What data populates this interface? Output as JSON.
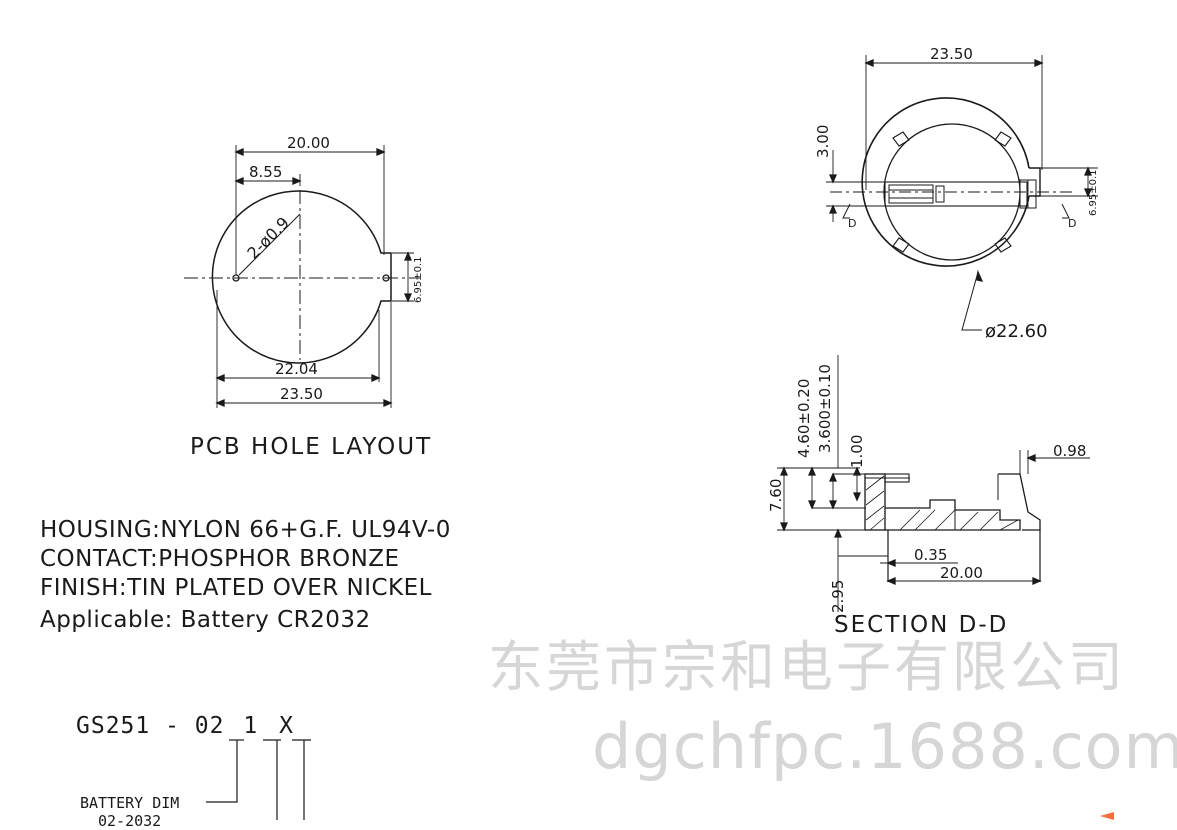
{
  "pcb_layout": {
    "title": "PCB HOLE LAYOUT",
    "dim_top": "20.00",
    "dim_offset": "8.55",
    "dim_hole": "2-ø0.9",
    "dim_tab": "6.95±0.1",
    "dim_inner": "22.04",
    "dim_outer": "23.50"
  },
  "top_view": {
    "dim_width": "23.50",
    "dim_depth": "3.00",
    "dim_tab": "6.95±0.1",
    "dim_diameter": "ø22.60",
    "section_mark_left": "D",
    "section_mark_right": "D"
  },
  "section_view": {
    "title": "SECTION D-D",
    "dim_height_total": "7.60",
    "dim_h1": "4.60±0.20",
    "dim_h2": "3.600±0.10",
    "dim_h3": "1.00",
    "dim_pin": "0.98",
    "dim_lead": "0.35",
    "dim_width": "20.00",
    "dim_below": "2.95"
  },
  "specs": {
    "housing": "HOUSING:NYLON 66+G.F. UL94V-0",
    "contact": "CONTACT:PHOSPHOR BRONZE",
    "finish": "FINISH:TIN PLATED OVER NICKEL",
    "applicable": "Applicable: Battery CR2032"
  },
  "part_number": {
    "prefix": "GS251 - ",
    "code_a": "02",
    "code_b": "1",
    "code_c": "X",
    "legend_label": "BATTERY DIM",
    "legend_value": "02-2032"
  },
  "watermark": {
    "company": "东莞市宗和电子有限公司",
    "site": "dgchfpc.1688.com"
  },
  "colors": {
    "line": "#1a1a1a",
    "watermark": "#d6d6d6",
    "marker": "#f07040"
  }
}
